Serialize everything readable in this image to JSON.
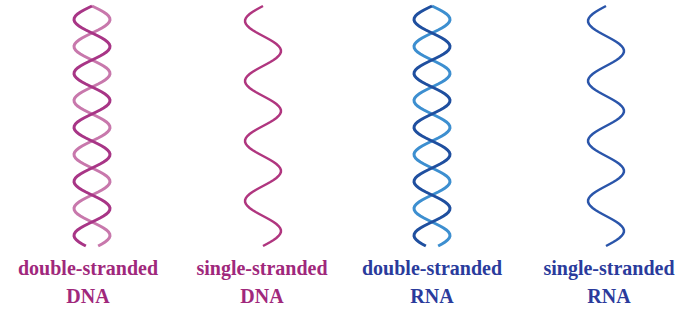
{
  "diagram": {
    "labels": [
      "double-stranded DNA",
      "single-stranded DNA",
      "double-stranded RNA",
      "single-stranded RNA"
    ]
  }
}
